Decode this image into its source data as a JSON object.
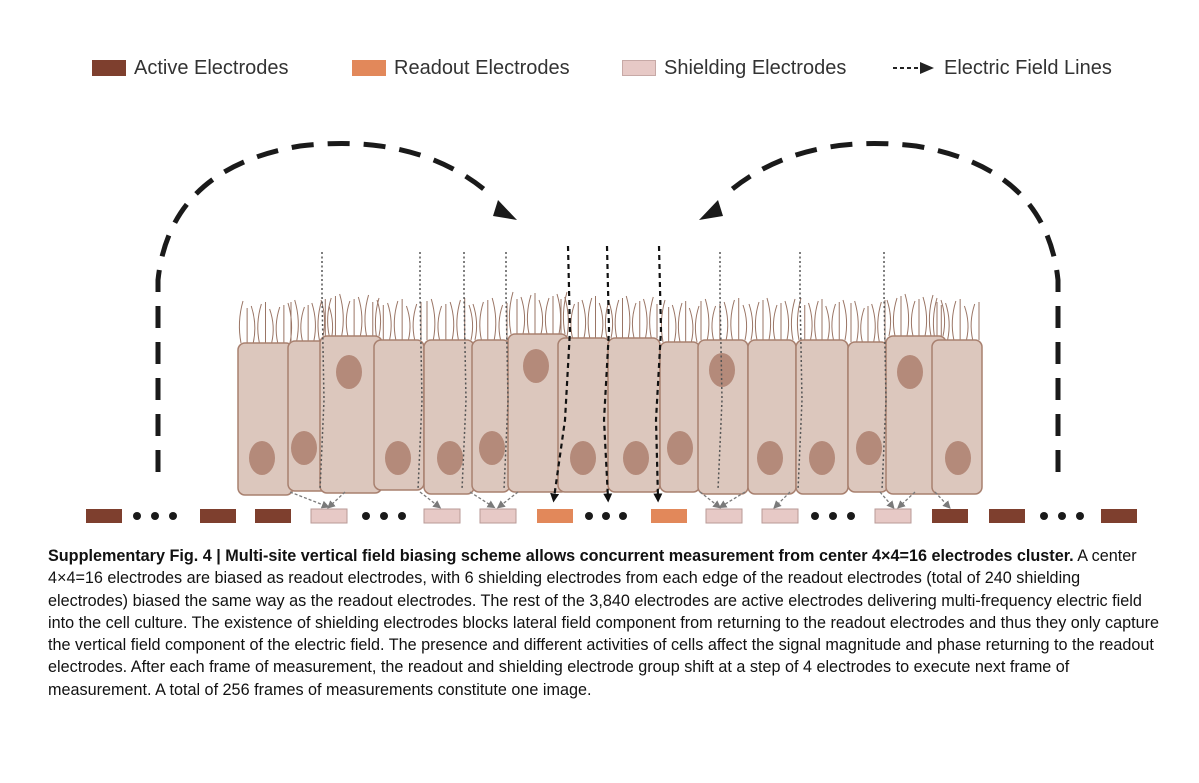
{
  "legend": {
    "active": {
      "label": "Active Electrodes",
      "color": "#7e3f2e"
    },
    "readout": {
      "label": "Readout Electrodes",
      "color": "#e2885a"
    },
    "shielding": {
      "label": "Shielding Electrodes",
      "color": "#e7c9c6"
    },
    "field_lines": {
      "label": "Electric Field Lines",
      "color": "#222222"
    }
  },
  "colors": {
    "cell_fill": "#dcc7bd",
    "cell_stroke": "#a8806f",
    "nucleus": "#b48a7a",
    "cilia": "#9a7565",
    "small_arrow": "#7a7a7a"
  },
  "caption": {
    "title": "Supplementary Fig. 4 | Multi-site vertical field biasing scheme allows concurrent measurement from center 4×4=16 electrodes cluster.",
    "body": " A center 4×4=16 electrodes are biased as readout electrodes, with 6 shielding electrodes from each edge of the readout electrodes (total of 240 shielding electrodes) biased the same way as the readout electrodes. The rest of the 3,840 electrodes are active electrodes delivering multi-frequency electric field into the cell culture. The existence of shielding electrodes blocks lateral field component from returning to the readout electrodes and thus they only capture the vertical field component of the electric field. The presence and different activities of cells affect the signal magnitude and phase returning to the readout electrodes. After each frame of measurement, the readout and shielding electrode group shift at a step of 4 electrodes to execute next frame of measurement. A total of 256 frames of measurements constitute one image."
  }
}
